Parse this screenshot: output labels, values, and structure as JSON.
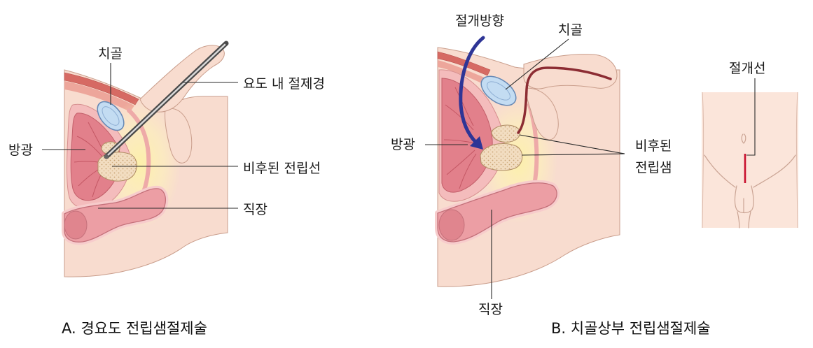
{
  "panel_a": {
    "label_pubis": "치골",
    "label_resectoscope": "요도 내 절제경",
    "label_bladder": "방광",
    "label_prostate": "비후된 전립선",
    "label_rectum": "직장",
    "caption": "A. 경요도 전립샘절제술"
  },
  "panel_b": {
    "label_incision_direction": "절개방향",
    "label_pubis": "치골",
    "label_bladder": "방광",
    "label_prostate_line1": "비후된",
    "label_prostate_line2": "전립샘",
    "label_rectum": "직장",
    "caption": "B. 치골상부 전립샘절제술"
  },
  "panel_c": {
    "label_incision_line": "절개선"
  },
  "colors": {
    "skin": "#f8dccf",
    "skin_light": "#fbe5da",
    "bladder": "#e2808b",
    "pubic_bone": "#c3dcf2",
    "prostate": "#f2ddc1",
    "rectum": "#ec9ea4",
    "arrow": "#2e3596",
    "incision_line": "#c8102e"
  }
}
